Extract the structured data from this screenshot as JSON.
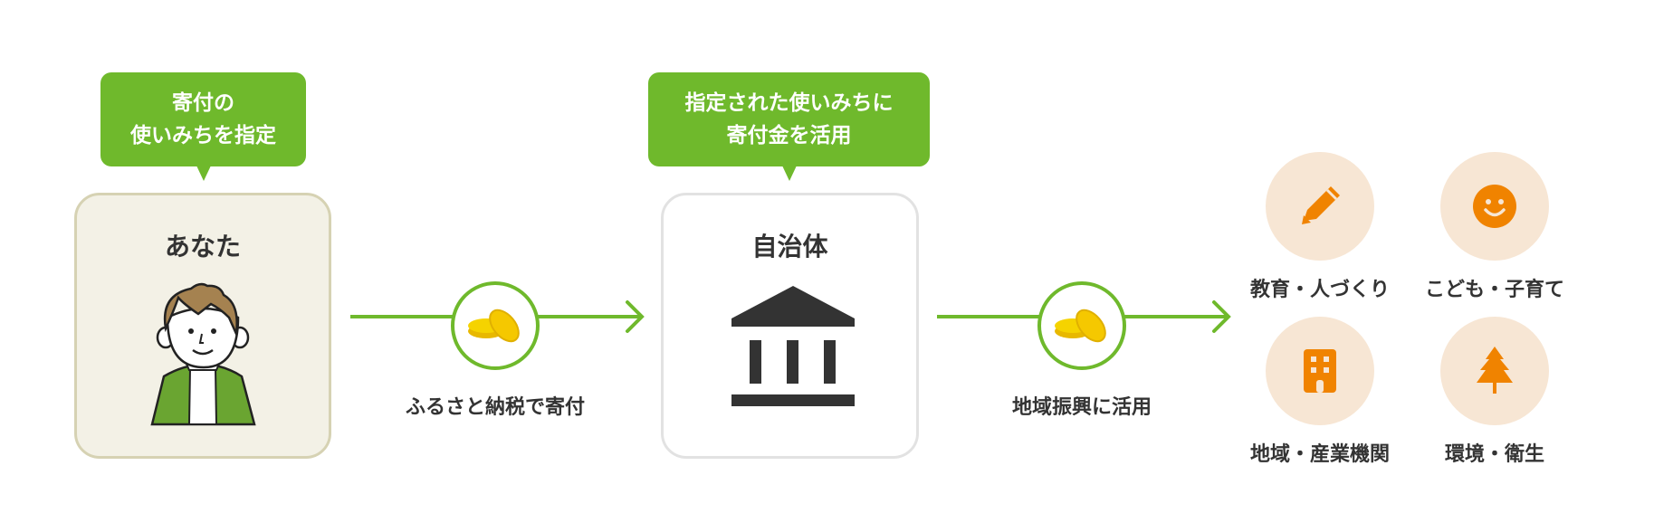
{
  "you": {
    "bubble_lines": [
      "寄付の",
      "使いみちを指定"
    ],
    "title": "あなた"
  },
  "flow1": {
    "label": "ふるさと納税で寄付"
  },
  "municipality": {
    "bubble_lines": [
      "指定された使いみちに",
      "寄付金を活用"
    ],
    "title": "自治体"
  },
  "flow2": {
    "label": "地域振興に活用"
  },
  "uses": [
    {
      "label": "教育・人づくり",
      "icon": "pencil-icon"
    },
    {
      "label": "こども・子育て",
      "icon": "smiley-icon"
    },
    {
      "label": "地域・産業機関",
      "icon": "building-icon"
    },
    {
      "label": "環境・衛生",
      "icon": "tree-icon"
    }
  ],
  "colors": {
    "green": "#6fb92c",
    "orange": "#f08300",
    "coin": "#f5c800",
    "dark": "#333333"
  }
}
